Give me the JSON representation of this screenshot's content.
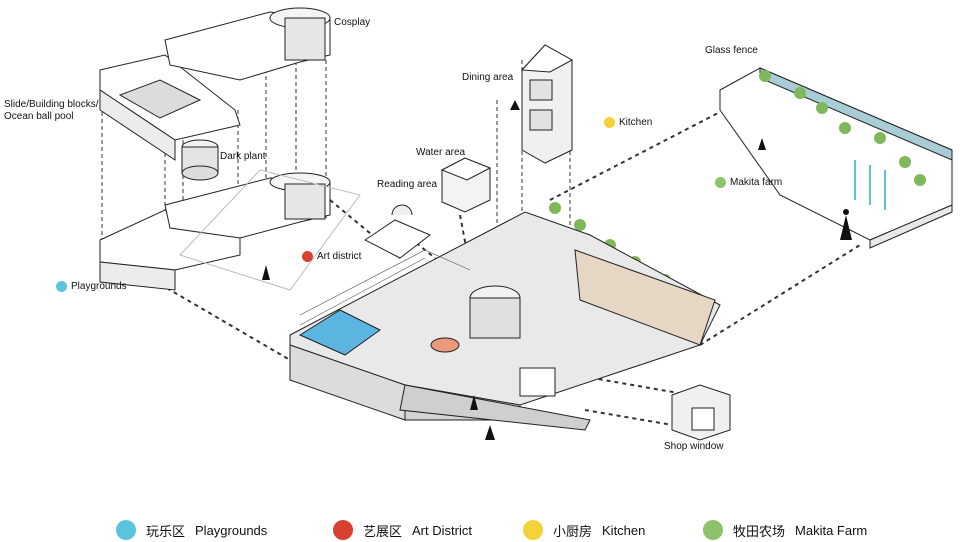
{
  "labels": {
    "cosplay": "Cosplay",
    "slide": "Slide/Building blocks/\nOcean ball pool",
    "dark_plant": "Dark plant",
    "playgrounds": "Playgrounds",
    "art_district": "Art district",
    "reading_area": "Reading area",
    "water_area": "Water area",
    "dining_area": "Dining area",
    "kitchen": "Kitchen",
    "glass_fence": "Glass fence",
    "makita_farm": "Makita farm",
    "shop_window": "Shop window"
  },
  "legend": [
    {
      "zh": "玩乐区",
      "en": "Playgrounds",
      "color": "#5bc4dc"
    },
    {
      "zh": "艺展区",
      "en": "Art District",
      "color": "#d8402f"
    },
    {
      "zh": "小厨房",
      "en": "Kitchen",
      "color": "#f3d23a"
    },
    {
      "zh": "牧田农场",
      "en": "Makita Farm",
      "color": "#8dc26b"
    }
  ],
  "colors": {
    "playgrounds": "#5bc4dc",
    "art": "#d8402f",
    "kitchen": "#f3d23a",
    "farm": "#8dc26b",
    "tree": "#7fb85a",
    "glass": "#a9cdd6"
  }
}
